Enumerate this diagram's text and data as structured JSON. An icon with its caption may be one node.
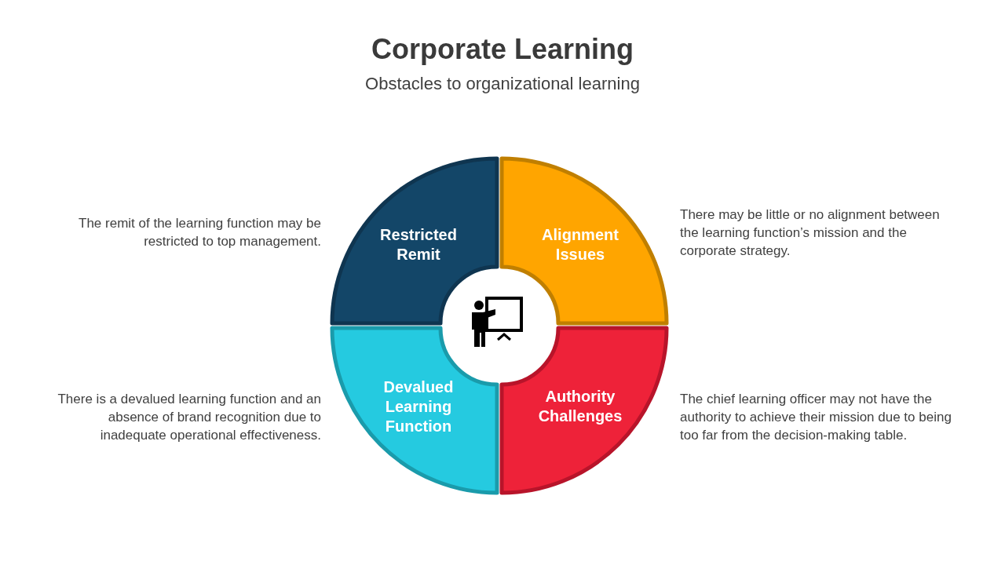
{
  "diagram": {
    "title": "Corporate Learning",
    "nodes": [
      {
        "text": [
          "Restricted Remit"
        ],
        "beside": [
          "The remit of the learning function may be restricted to top management."
        ]
      },
      {
        "text": [
          "Alignment Issues"
        ],
        "beside": [
          "There may be little or no alignment between the learning function’s mission and the corporate strategy."
        ]
      },
      {
        "text": [
          "Devalued Learning Function"
        ],
        "beside": [
          "There is a devalued learning function and an absence of brand recognition due to inadequate operational effectiveness."
        ]
      },
      {
        "text": [
          "Authority Challenges"
        ],
        "beside": [
          "The chief learning officer may not have the authority to achieve their mission due to being too far from the decision-making table."
        ]
      }
    ],
    "labels": [
      "Obstacles to organizational learning"
    ]
  }
}
